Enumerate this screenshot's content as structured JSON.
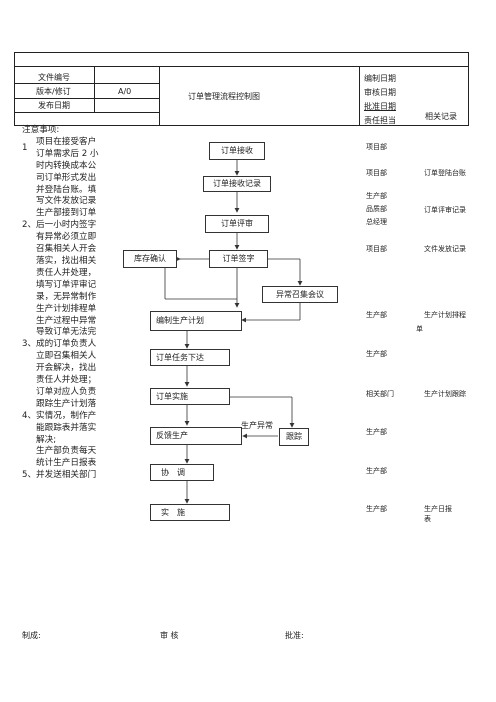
{
  "header": {
    "doc_no_label": "文件编号",
    "version_label": "版本/修订",
    "version_value": "A/0",
    "issue_date_label": "发布日期",
    "title": "订单管理流程控制图",
    "prepared_date_label": "编制日期",
    "reviewed_date_label": "审核日期",
    "approved_date_label": "批准日期",
    "responsible_label": "责任担当",
    "records_label": "相关记录"
  },
  "notes": {
    "heading": "注意事项:",
    "lines": [
      "项目在接受客户",
      "订单需求后 2 小",
      "时内转换成本公",
      "司订单形式发出",
      "并登陆台账。填",
      "写文件发放记录",
      "生产部接到订单",
      "2、后一小时内签字",
      "有异常必须立即",
      "召集相关人开会",
      "落实，找出相关",
      "责任人并处理，",
      "填写订单评审记",
      "录，无异常制作",
      "生产计划排程单",
      "生产过程中异常",
      "导致订单无法完",
      "3、成的订单负责人",
      "立即召集相关人",
      "开会解决，找出",
      "责任人并处理；",
      "订单对应人负责",
      "跟踪生产计划落",
      "4、实情况，制作产",
      "能跟踪表并落实",
      "解决;",
      "生产部负责每天",
      "统计生产日报表",
      "5、并发送相关部门"
    ],
    "first_num": "1"
  },
  "flow": {
    "receive": "订单接收",
    "record": "订单接收记录",
    "review": "订单评审",
    "sign": "订单签字",
    "stock": "库存确认",
    "meeting": "异常召集会议",
    "plan": "编制生产计划",
    "issue": "订单任务下达",
    "execute": "订单实施",
    "feedback": "反馈生产",
    "track": "跟踪",
    "abnormal": "生产异常",
    "coordinate": "协　调",
    "implement": "实　施"
  },
  "responsible": [
    "项目部",
    "项目部",
    "生产部",
    "品质部",
    "总经理",
    "项目部",
    "生产部",
    "生产部",
    "相关部门",
    "生产部",
    "生产部",
    "生产部"
  ],
  "records": [
    "订单登陆台账",
    "订单评审记录",
    "文件发放记录",
    "生产计划排程",
    "单",
    "生产计划跟踪",
    "生产日报",
    "表"
  ],
  "footer": {
    "made_by": "制成:",
    "review": "审 核",
    "approve": "批准:"
  }
}
